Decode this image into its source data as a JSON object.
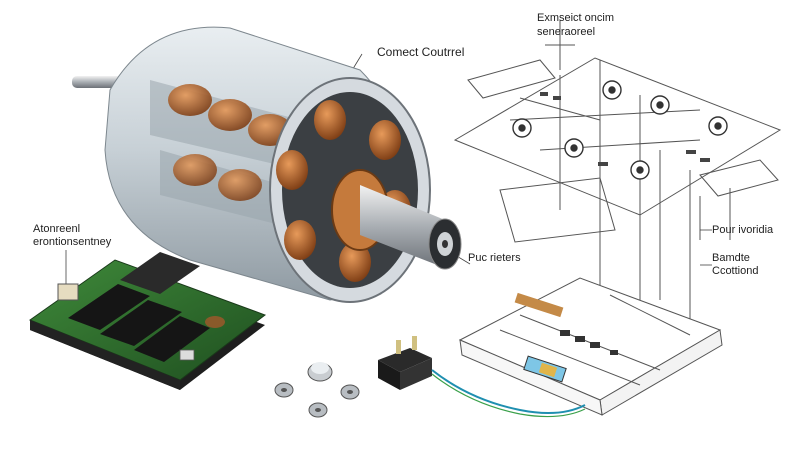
{
  "labels": {
    "connect_controller": "Comect Coutrrel",
    "top_right_line1": "Exmseict oncim",
    "top_right_line2": "seneraoreel",
    "left_line1": "Atonreenl",
    "left_line2": "erontionsentney",
    "shaft_label": "Puc rieters",
    "right_label1": "Pour ivoridia",
    "right_label2_line1": "Bamdte",
    "right_label2_line2": "Ccottiond"
  },
  "colors": {
    "copper": "#b8652a",
    "pcb_green": "#2f6b2e",
    "steel": "#b9bec4",
    "wire_blue": "#1f8fb0",
    "line": "#555555"
  }
}
